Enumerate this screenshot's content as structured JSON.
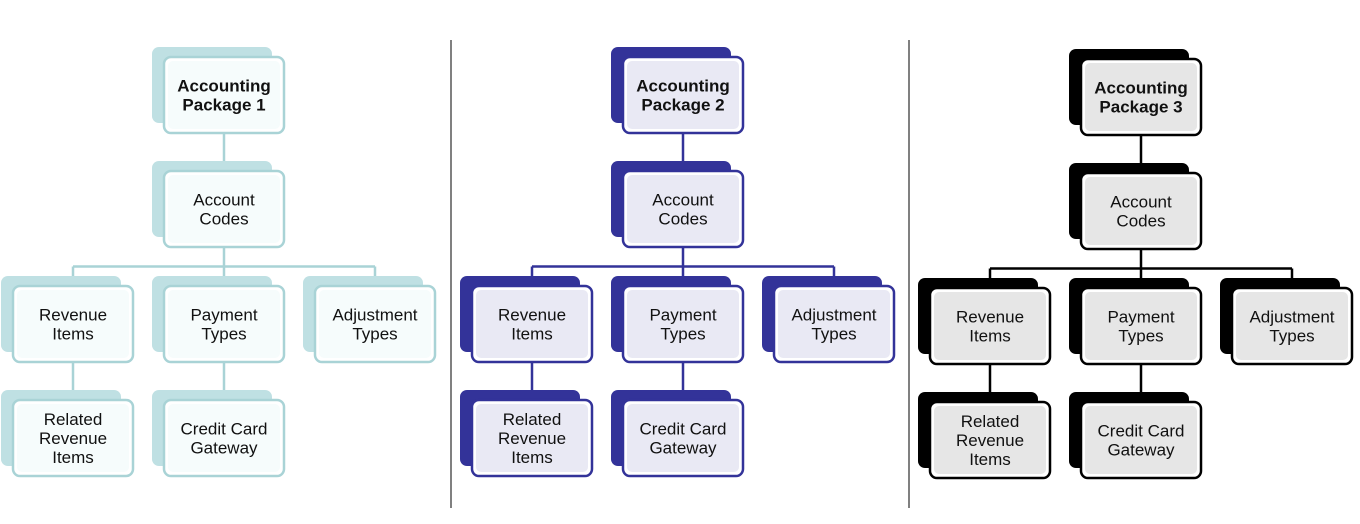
{
  "diagrams": [
    {
      "colors": {
        "back": "#bfe0e3",
        "border": "#a9d3d6",
        "fill": "#ffffff",
        "inner": "#f6fcfc",
        "line": "#a9d3d6"
      },
      "nodes": [
        {
          "key": "pkg",
          "lines": [
            "Accounting",
            "Package 1"
          ],
          "bold": true
        },
        {
          "key": "codes",
          "lines": [
            "Account",
            "Codes"
          ]
        },
        {
          "key": "revenue",
          "lines": [
            "Revenue",
            "Items"
          ]
        },
        {
          "key": "payment",
          "lines": [
            "Payment",
            "Types"
          ]
        },
        {
          "key": "adjust",
          "lines": [
            "Adjustment",
            "Types"
          ]
        },
        {
          "key": "related",
          "lines": [
            "Related",
            "Revenue",
            "Items"
          ]
        },
        {
          "key": "gateway",
          "lines": [
            "Credit Card",
            "Gateway"
          ]
        }
      ]
    },
    {
      "colors": {
        "back": "#333399",
        "border": "#333399",
        "fill": "#ffffff",
        "inner": "#e9e9f4",
        "line": "#333399"
      },
      "nodes": [
        {
          "key": "pkg",
          "lines": [
            "Accounting",
            "Package 2"
          ],
          "bold": true
        },
        {
          "key": "codes",
          "lines": [
            "Account",
            "Codes"
          ]
        },
        {
          "key": "revenue",
          "lines": [
            "Revenue",
            "Items"
          ]
        },
        {
          "key": "payment",
          "lines": [
            "Payment",
            "Types"
          ]
        },
        {
          "key": "adjust",
          "lines": [
            "Adjustment",
            "Types"
          ]
        },
        {
          "key": "related",
          "lines": [
            "Related",
            "Revenue",
            "Items"
          ]
        },
        {
          "key": "gateway",
          "lines": [
            "Credit Card",
            "Gateway"
          ]
        }
      ]
    },
    {
      "colors": {
        "back": "#000000",
        "border": "#000000",
        "fill": "#ffffff",
        "inner": "#e6e6e6",
        "line": "#000000"
      },
      "nodes": [
        {
          "key": "pkg",
          "lines": [
            "Accounting",
            "Package 3"
          ],
          "bold": true
        },
        {
          "key": "codes",
          "lines": [
            "Account",
            "Codes"
          ]
        },
        {
          "key": "revenue",
          "lines": [
            "Revenue",
            "Items"
          ]
        },
        {
          "key": "payment",
          "lines": [
            "Payment",
            "Types"
          ]
        },
        {
          "key": "adjust",
          "lines": [
            "Adjustment",
            "Types"
          ]
        },
        {
          "key": "related",
          "lines": [
            "Related",
            "Revenue",
            "Items"
          ]
        },
        {
          "key": "gateway",
          "lines": [
            "Credit Card",
            "Gateway"
          ]
        }
      ]
    }
  ],
  "divider_color": "#000000"
}
